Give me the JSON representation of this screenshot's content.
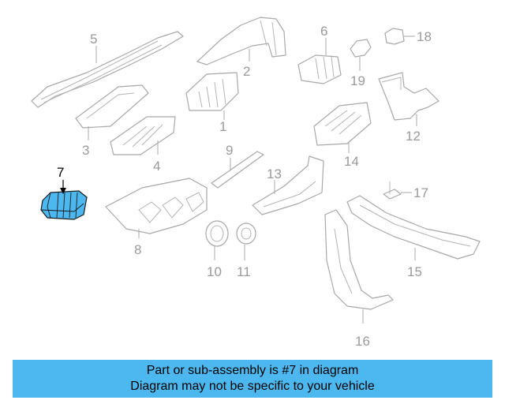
{
  "diagram": {
    "highlight_color": "#4db8f0",
    "highlighted_part": "7",
    "callouts": {
      "n1": "1",
      "n2": "2",
      "n3": "3",
      "n4": "4",
      "n5": "5",
      "n6": "6",
      "n7": "7",
      "n8": "8",
      "n9": "9",
      "n10": "10",
      "n11": "11",
      "n12": "12",
      "n13": "13",
      "n14": "14",
      "n15": "15",
      "n16": "16",
      "n17": "17",
      "n18": "18",
      "n19": "19"
    }
  },
  "banner": {
    "line1": "Part or sub-assembly is #7 in diagram",
    "line2": "Diagram may not be specific to your vehicle",
    "color": "#4db8f0"
  }
}
